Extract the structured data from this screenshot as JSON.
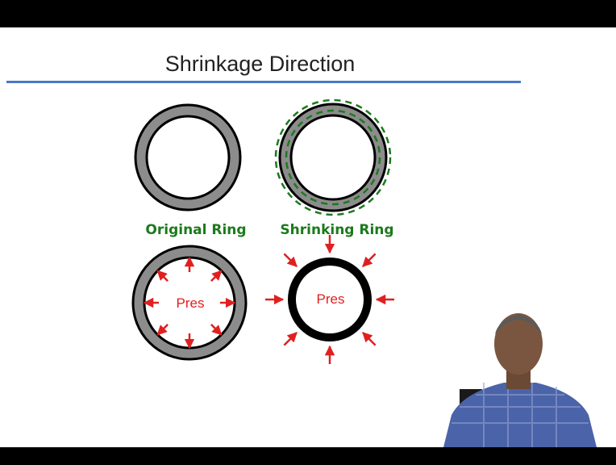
{
  "slide": {
    "title": "Shrinkage Direction",
    "captions": {
      "original_ring": "Original Ring",
      "shrinking_ring": "Shrinking Ring"
    },
    "pressure_labels": [
      "Pres",
      "Pres"
    ]
  },
  "colors": {
    "ring_gray": "#8c8c8c",
    "ring_outline": "#000000",
    "caption_green": "#1c7a1c",
    "arrow_red": "#e02020",
    "title_rule_blue": "#4a78c2",
    "shirt_blue": "#4b63a8"
  }
}
